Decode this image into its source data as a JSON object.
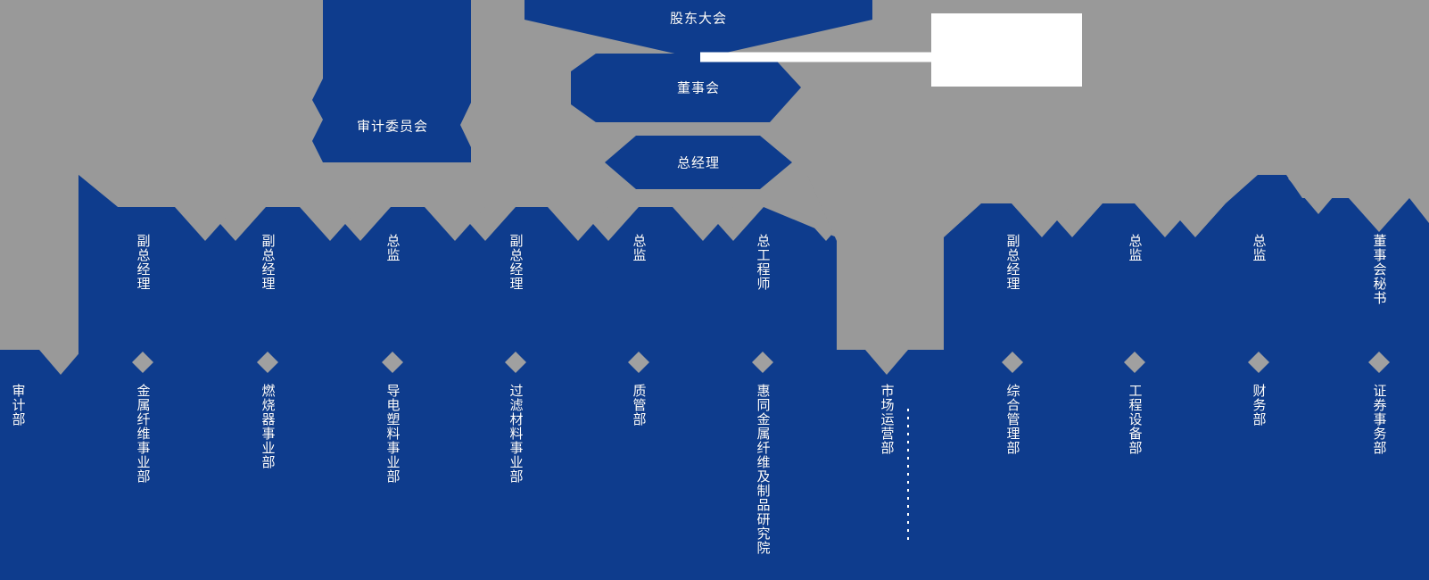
{
  "meta": {
    "title": "组织架构图",
    "colors": {
      "background_gray": "#999999",
      "shape_blue": "#0E3C8D",
      "marker_gray": "#A0A0A0",
      "text_white": "#FFFFFF",
      "overlay_white": "#FFFFFF"
    }
  },
  "top": {
    "shareholders_meeting": "股东大会",
    "board_of_directors": "董事会",
    "general_manager": "总经理",
    "audit_committee": "审计委员会"
  },
  "overlay": {
    "callout_box_text": "",
    "connector": "leader-line"
  },
  "standalone": {
    "audit_department": "审计部",
    "market_operation_department": "市场运营部"
  },
  "columns": [
    {
      "id": "col-1",
      "role": "副总经理",
      "dept": "金属纤维事业部"
    },
    {
      "id": "col-2",
      "role": "副总经理",
      "dept": "燃烧器事业部"
    },
    {
      "id": "col-3",
      "role": "总监",
      "dept": "导电塑料事业部"
    },
    {
      "id": "col-4",
      "role": "副总经理",
      "dept": "过滤材料事业部"
    },
    {
      "id": "col-5",
      "role": "总监",
      "dept": "质管部"
    },
    {
      "id": "col-6",
      "role": "总工程师",
      "dept": "惠同金属纤维及制品研究院"
    },
    {
      "id": "col-7",
      "role": "副总经理",
      "dept": "综合管理部"
    },
    {
      "id": "col-8",
      "role": "总监",
      "dept": "工程设备部"
    },
    {
      "id": "col-9",
      "role": "总监",
      "dept": "财务部"
    },
    {
      "id": "col-10",
      "role": "董事会秘书",
      "dept": "证券事务部"
    }
  ]
}
